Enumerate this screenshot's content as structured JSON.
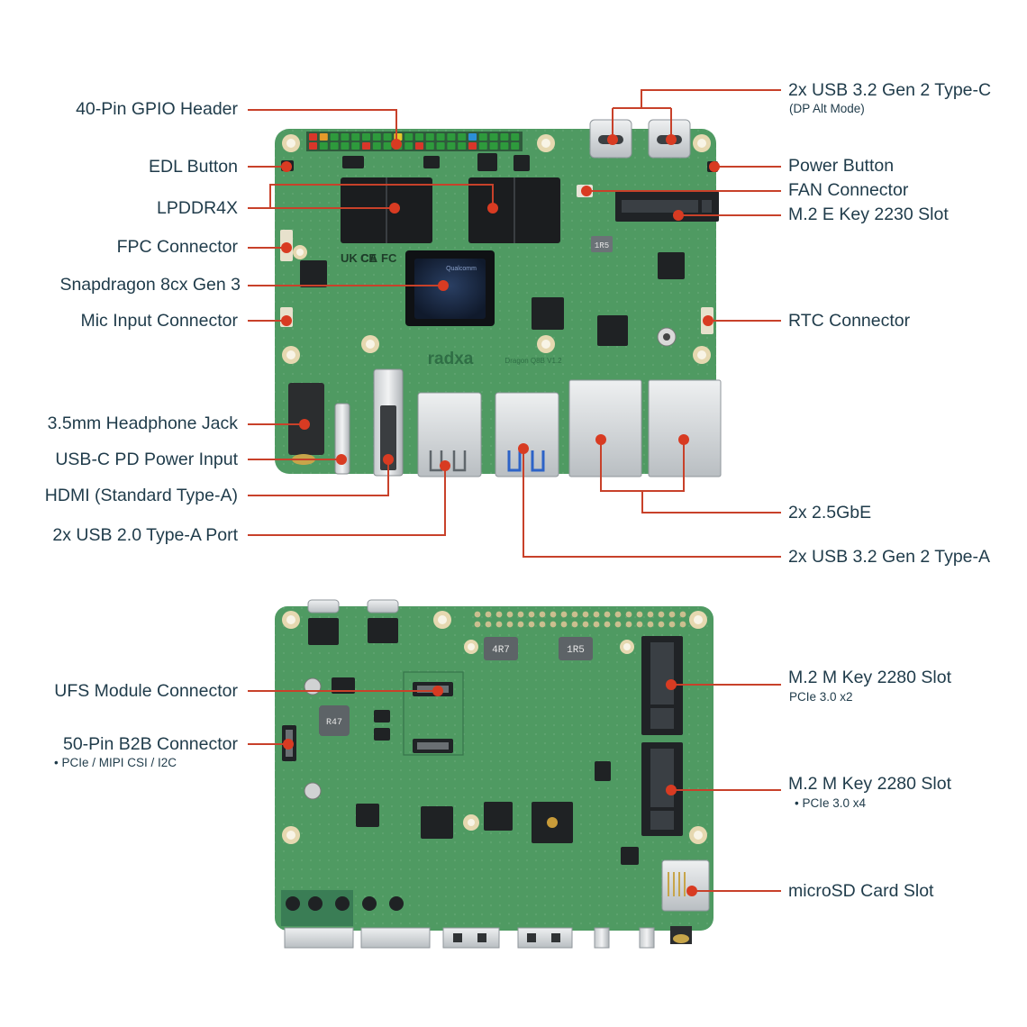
{
  "top_board": {
    "silkscreen_brand": "radxa",
    "silkscreen_model": "Dragon Q8B V1.2",
    "soc_text": "Qualcomm",
    "cert_marks": [
      "UK CA",
      "CE",
      "FC"
    ],
    "inductor_text": "1R5",
    "callouts": {
      "gpio": "40-Pin GPIO Header",
      "edl": "EDL Button",
      "lpddr": "LPDDR4X",
      "fpc": "FPC Connector",
      "soc": "Snapdragon 8cx Gen 3",
      "mic": "Mic Input Connector",
      "headphone": "3.5mm Headphone Jack",
      "usbc_power": "USB-C PD Power Input",
      "hdmi": "HDMI (Standard Type-A)",
      "usb2": "2x USB 2.0 Type-A Port",
      "usbc": "2x USB 3.2 Gen 2 Type-C",
      "usbc_sub": "(DP Alt Mode)",
      "power_button": "Power Button",
      "fan": "FAN Connector",
      "m2e": "M.2 E Key 2230 Slot",
      "rtc": "RTC Connector",
      "eth": "2x 2.5GbE",
      "usb3a": "2x USB 3.2 Gen 2 Type-A"
    }
  },
  "bottom_board": {
    "inductor_a": "4R7",
    "inductor_b": "1R5",
    "inductor_c": "R47",
    "callouts": {
      "ufs": "UFS Module Connector",
      "b2b": "50-Pin B2B Connector",
      "b2b_sub": "•  PCIe / MIPI CSI / I2C",
      "m2m1": "M.2 M Key 2280 Slot",
      "m2m1_sub": "PCIe 3.0 x2",
      "m2m2": "M.2 M Key 2280 Slot",
      "m2m2_sub": "•  PCIe 3.0 x4",
      "sd": "microSD Card Slot"
    }
  },
  "colors": {
    "pcb": "#4f9a62",
    "pcb_dark": "#3f8552",
    "chip": "#1b1d1f",
    "callout_line": "#c8412a",
    "callout_dot": "#d83b22",
    "label_text": "#1f3b4a",
    "metal": "#d7dadc"
  }
}
